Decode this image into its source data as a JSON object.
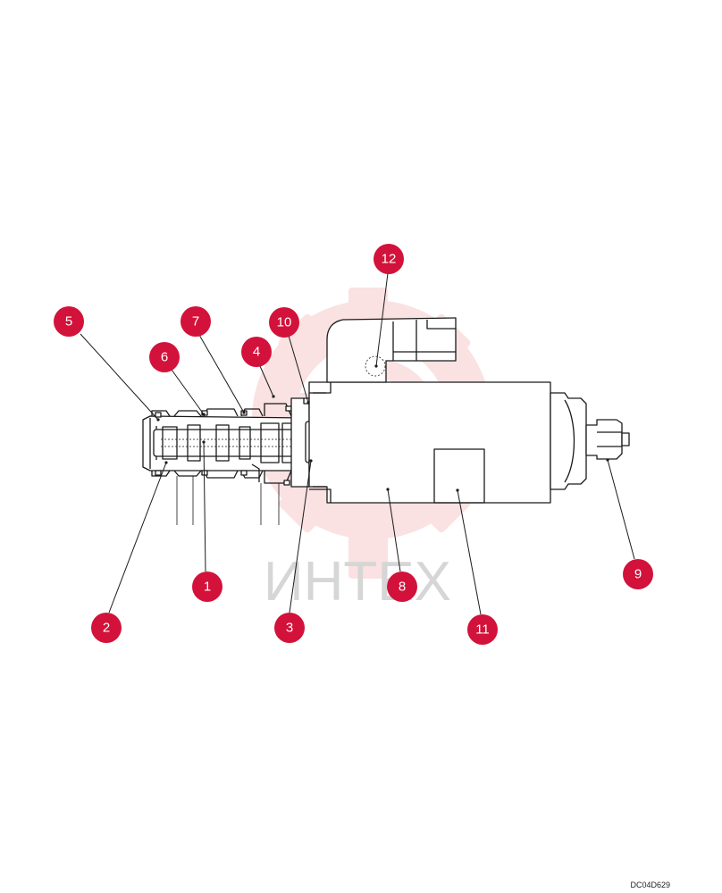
{
  "watermark": {
    "text": "ИНТЕХ",
    "color": "#f7c9cc"
  },
  "callouts": [
    {
      "label": "1"
    },
    {
      "label": "2"
    },
    {
      "label": "3"
    },
    {
      "label": "4"
    },
    {
      "label": "5"
    },
    {
      "label": "6"
    },
    {
      "label": "7"
    },
    {
      "label": "8"
    },
    {
      "label": "9"
    },
    {
      "label": "10"
    },
    {
      "label": "11"
    },
    {
      "label": "12"
    }
  ],
  "callout_color": "#d2123a",
  "drawing_code": "DC04D629"
}
